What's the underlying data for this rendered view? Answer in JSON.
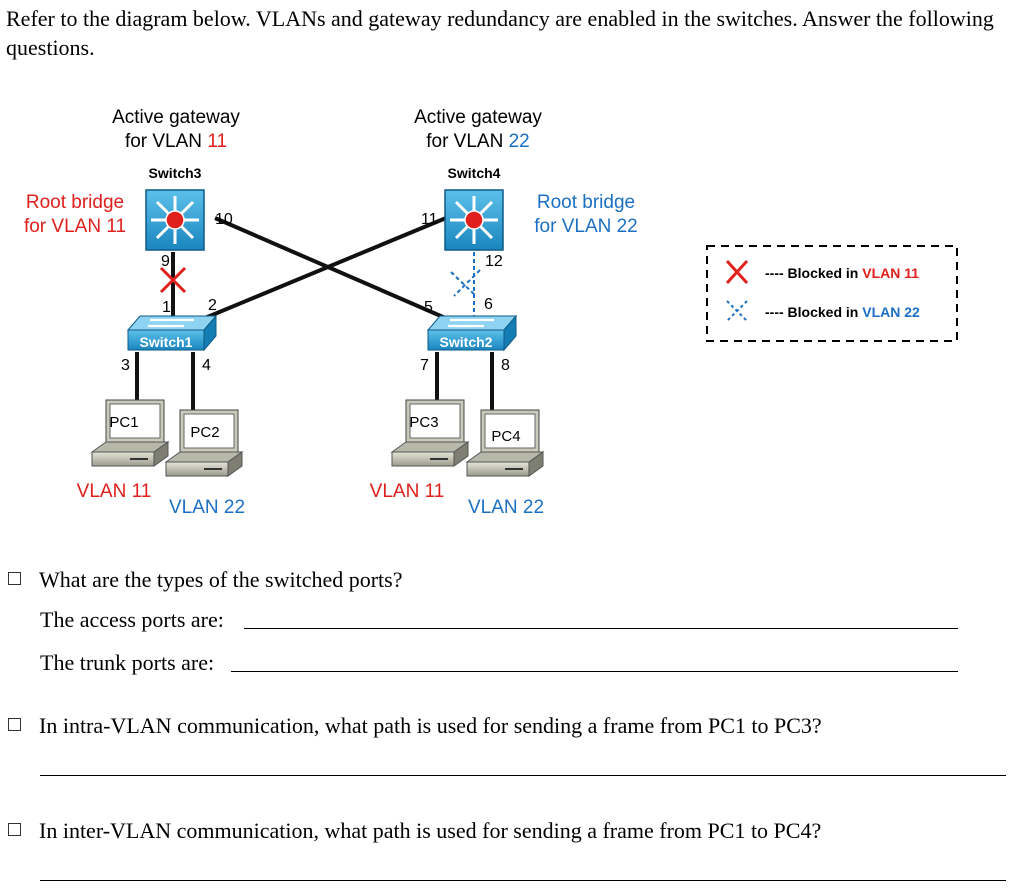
{
  "intro": "Refer to the diagram below. VLANs and gateway redundancy are enabled in the switches. Answer the following questions.",
  "diagram": {
    "colors": {
      "red": "#e0201c",
      "blue": "#1b6fc4",
      "switch_blue": "#1f93c8",
      "black": "#000000"
    },
    "switch3": {
      "name": "Switch3",
      "top_label_1": "Active gateway",
      "top_label_2_prefix": "for VLAN ",
      "top_label_2_vlan": "11",
      "side_label_1": "Root bridge",
      "side_label_2": "for VLAN 11"
    },
    "switch4": {
      "name": "Switch4",
      "top_label_1": "Active gateway",
      "top_label_2_prefix": "for VLAN ",
      "top_label_2_vlan": "22",
      "side_label_1": "Root bridge",
      "side_label_2": "for VLAN 22"
    },
    "switch1": {
      "name": "Switch1"
    },
    "switch2": {
      "name": "Switch2"
    },
    "ports": {
      "p10": "10",
      "p9": "9",
      "p1": "1",
      "p2": "2",
      "p3": "3",
      "p4": "4",
      "p11": "11",
      "p12": "12",
      "p5": "5",
      "p6": "6",
      "p7": "7",
      "p8": "8"
    },
    "pcs": {
      "pc1": "PC1",
      "pc2": "PC2",
      "pc3": "PC3",
      "pc4": "PC4"
    },
    "vlan_labels": {
      "pc1": "VLAN 11",
      "pc2": "VLAN 22",
      "pc3": "VLAN 11",
      "pc4": "VLAN 22"
    },
    "legend": {
      "item1_prefix": "---- Blocked in ",
      "item1_vlan": "VLAN 11",
      "item2_prefix": "---- Blocked in ",
      "item2_vlan": "VLAN 22"
    }
  },
  "questions": {
    "q1": "What are the types of the switched ports?",
    "q1_access": "The access ports are:",
    "q1_trunk": "The trunk ports are:",
    "q2": "In intra-VLAN communication, what path is used for sending a frame from PC1 to PC3?",
    "q3": "In inter-VLAN communication, what path is used for sending a frame from PC1 to PC4?"
  }
}
